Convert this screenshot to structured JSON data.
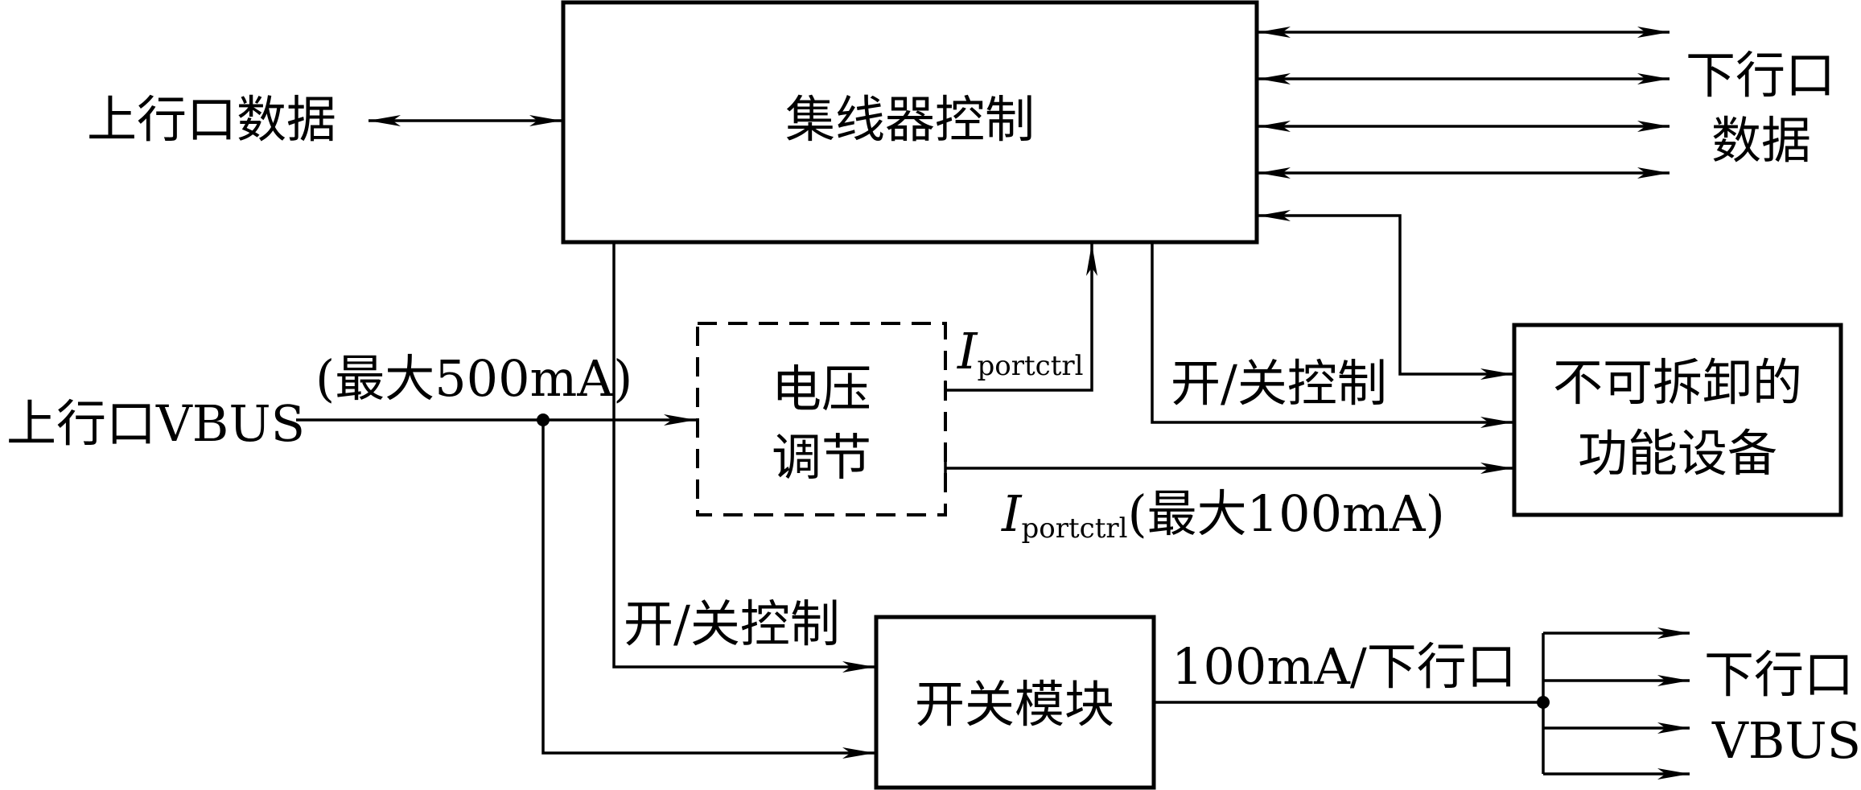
{
  "blocks": {
    "hub_control": "集线器控制",
    "voltage_regulator_line1": "电压",
    "voltage_regulator_line2": "调节",
    "non_removable_line1": "不可拆卸的",
    "non_removable_line2": "功能设备",
    "switch_module": "开关模块"
  },
  "labels": {
    "upstream_data": "上行口数据",
    "downstream_data_line1": "下行口",
    "downstream_data_line2": "数据",
    "upstream_vbus": "上行口VBUS",
    "max_500ma": "(最大500mA)",
    "i_portctrl_top_main": "I",
    "i_portctrl_top_sub": "portctrl",
    "onoff_control_right": "开/关控制",
    "i_portctrl_bottom_main": "I",
    "i_portctrl_bottom_sub": "portctrl",
    "i_portctrl_bottom_suffix": "(最大100mA)",
    "onoff_control_left": "开/关控制",
    "per_port_100ma": "100mA/下行口",
    "downstream_vbus_line1": "下行口",
    "downstream_vbus_line2": "VBUS"
  },
  "colors": {
    "line": "#000000",
    "background": "#ffffff"
  }
}
